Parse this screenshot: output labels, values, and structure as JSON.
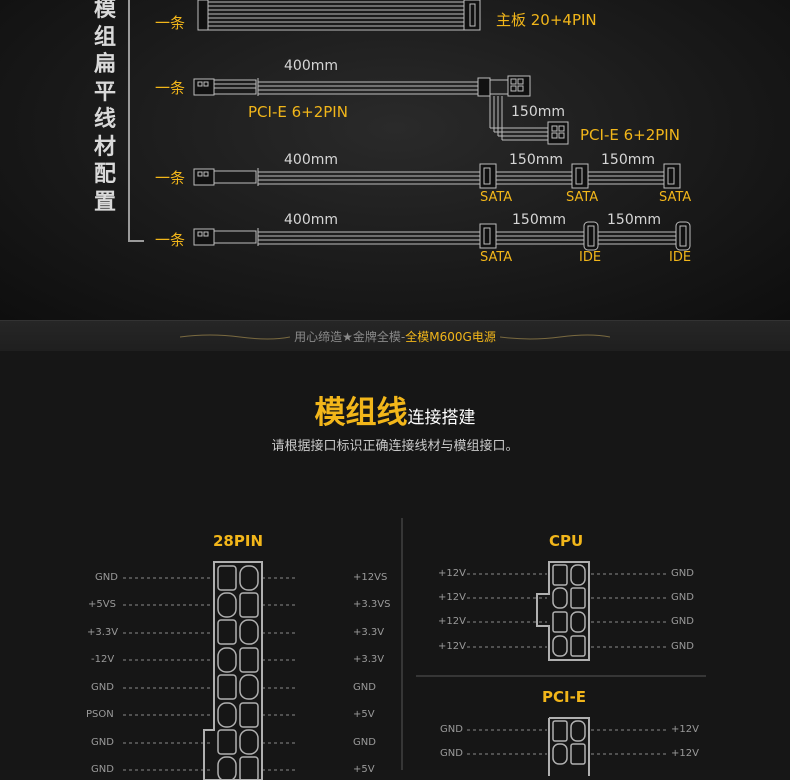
{
  "cable_config": {
    "title_chars": [
      "模",
      "组",
      "扁",
      "平",
      "线",
      "材",
      "配",
      "置"
    ],
    "rows": [
      {
        "count": "一条",
        "connector_label": "主板 20+4PIN"
      },
      {
        "count": "一条",
        "length": "400mm",
        "connector_label": "PCI-E 6+2PIN",
        "branch_length": "150mm",
        "branch_label": "PCI-E 6+2PIN"
      },
      {
        "count": "一条",
        "length": "400mm",
        "lengths": [
          "150mm",
          "150mm"
        ],
        "plugs": [
          "SATA",
          "SATA",
          "SATA"
        ]
      },
      {
        "count": "一条",
        "length": "400mm",
        "lengths": [
          "150mm",
          "150mm"
        ],
        "plugs": [
          "SATA",
          "IDE",
          "IDE"
        ]
      }
    ]
  },
  "strip": {
    "slogan_prefix": "用心缔造★金牌全模-",
    "slogan_highlight": "全模M600G电源"
  },
  "section": {
    "title_big": "模组线",
    "title_small": "连接搭建",
    "subtitle": "请根据接口标识正确连接线材与模组接口。"
  },
  "pin28": {
    "title": "28PIN",
    "left": [
      "GND",
      "+5VS",
      "+3.3V",
      "-12V",
      "GND",
      "PSON",
      "GND",
      "GND"
    ],
    "right": [
      "+12VS",
      "+3.3VS",
      "+3.3V",
      "+3.3V",
      "GND",
      "+5V",
      "GND",
      "+5V"
    ]
  },
  "cpu": {
    "title": "CPU",
    "left": [
      "+12V",
      "+12V",
      "+12V",
      "+12V"
    ],
    "right": [
      "GND",
      "GND",
      "GND",
      "GND"
    ]
  },
  "pcie": {
    "title": "PCI-E",
    "left": [
      "GND",
      "GND"
    ],
    "right": [
      "+12V",
      "+12V"
    ]
  },
  "colors": {
    "accent": "#f2b61a",
    "background": "#161616",
    "text": "#d6d6d6"
  }
}
